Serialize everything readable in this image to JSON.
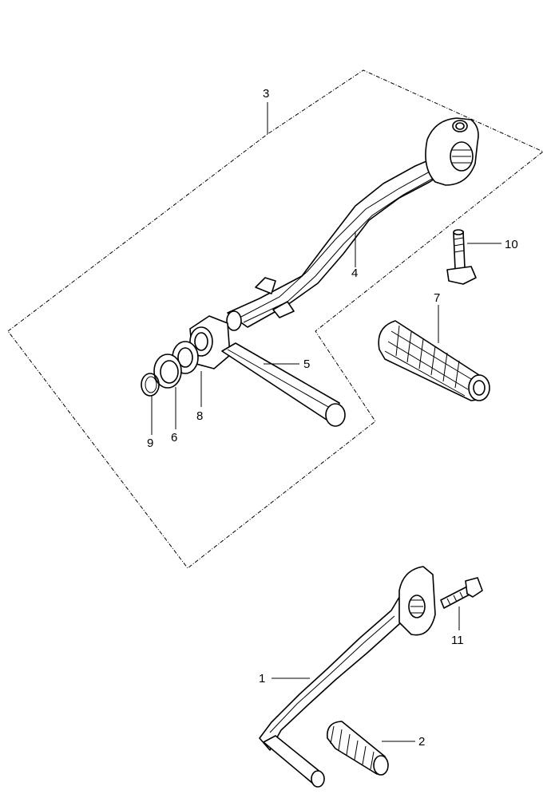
{
  "callouts": [
    {
      "id": "label-1",
      "text": "1"
    },
    {
      "id": "label-2",
      "text": "2"
    },
    {
      "id": "label-3",
      "text": "3"
    },
    {
      "id": "label-4",
      "text": "4"
    },
    {
      "id": "label-5",
      "text": "5"
    },
    {
      "id": "label-6",
      "text": "6"
    },
    {
      "id": "label-7",
      "text": "7"
    },
    {
      "id": "label-8",
      "text": "8"
    },
    {
      "id": "label-9",
      "text": "9"
    },
    {
      "id": "label-10",
      "text": "10"
    },
    {
      "id": "label-11",
      "text": "11"
    }
  ]
}
